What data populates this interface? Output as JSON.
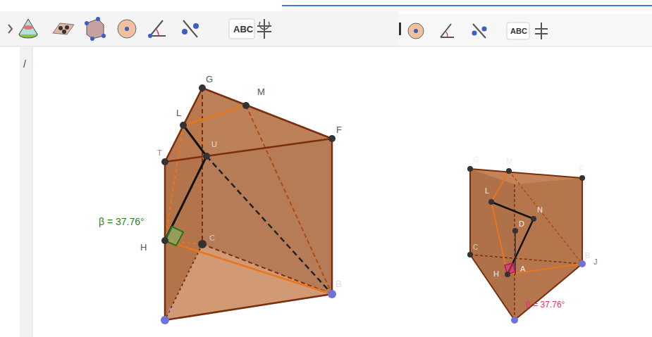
{
  "diagram": {
    "labels": [
      "ABC",
      "ABC",
      "/",
      "G",
      "M",
      "L",
      "T",
      "U",
      "F",
      "H",
      "C",
      "B",
      "A",
      "β = 37.76°",
      "G",
      "M",
      "F",
      "L",
      "N",
      "D",
      "C",
      "H",
      "A",
      "B",
      "J",
      "β = 37.76°"
    ]
  }
}
